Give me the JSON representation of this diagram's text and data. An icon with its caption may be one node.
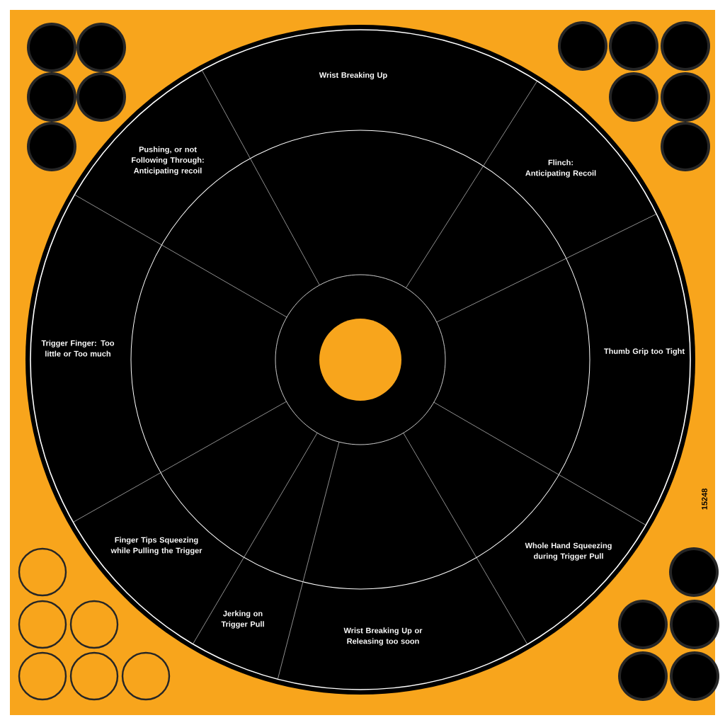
{
  "diagram": {
    "labels": [
      "Wrist Breaking Up",
      "Pushing, or not Following Through: Anticipating recoil",
      "Flinch: Anticipating Recoil",
      "Trigger Finger: Too little or Too much",
      "Thumb Grip too Tight",
      "15248",
      "Finger Tips Squeezing while Pulling the Trigger",
      "Whole Hand Squeezing during Trigger Pull",
      "Jerking on Trigger Pull",
      "Wrist Breaking Up or Releasing too soon"
    ]
  }
}
